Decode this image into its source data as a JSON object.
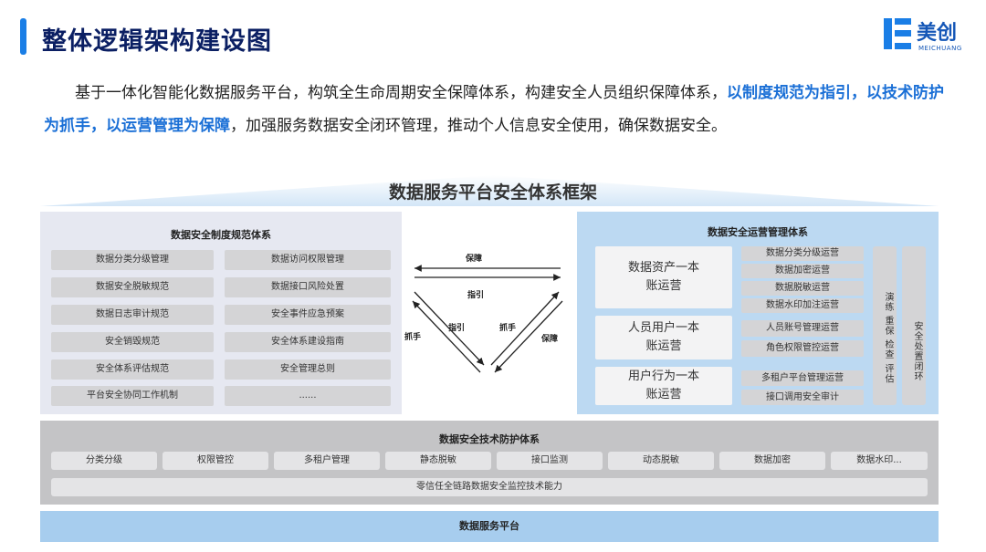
{
  "header": {
    "title": "整体逻辑架构建设图",
    "logo_text": "美创",
    "logo_sub": "MEICHUANG"
  },
  "intro": {
    "part1": "基于一体化智能化数据服务平台，构筑全生命周期安全保障体系，构建安全人员组织保障体系，",
    "highlight": "以制度规范为指引，以技术防护为抓手，以运营管理为保障",
    "part2": "，加强服务数据安全闭环管理，推动个人信息安全使用，确保数据安全。"
  },
  "framework": {
    "title": "数据服务平台安全体系框架",
    "policy": {
      "title": "数据安全制度规范体系",
      "items": [
        "数据分类分级管理",
        "数据访问权限管理",
        "数据安全脱敏规范",
        "数据接口风险处置",
        "数据日志审计规范",
        "安全事件应急预案",
        "安全销毁规范",
        "安全体系建设指南",
        "安全体系评估规范",
        "安全管理总则",
        "平台安全协同工作机制",
        "......"
      ]
    },
    "relations": {
      "top_label": "保障",
      "top_sub": "指引",
      "left_outer": "抓手",
      "left_inner": "指引",
      "right_inner": "抓手",
      "right_outer": "保障"
    },
    "ops": {
      "title": "数据安全运营管理体系",
      "groups": [
        "数据资产一本账运营",
        "人员用户一本账运营",
        "用户行为一本账运营"
      ],
      "items": [
        "数据分类分级运营",
        "数据加密运营",
        "数据脱敏运营",
        "数据水印加注运营",
        "人员账号管理运营",
        "角色权限管控运营",
        "多租户平台管理运营",
        "接口调用安全审计"
      ],
      "drill": "演练 重保 检查 评估",
      "closed_loop": "安全处置闭环"
    },
    "tech": {
      "title": "数据安全技术防护体系",
      "items": [
        "分类分级",
        "权限管控",
        "多租户管理",
        "静态脱敏",
        "接口监测",
        "动态脱敏",
        "数据加密",
        "数据水印..."
      ],
      "wide": "零信任全链路数据安全监控技术能力"
    },
    "base": "数据服务平台"
  }
}
